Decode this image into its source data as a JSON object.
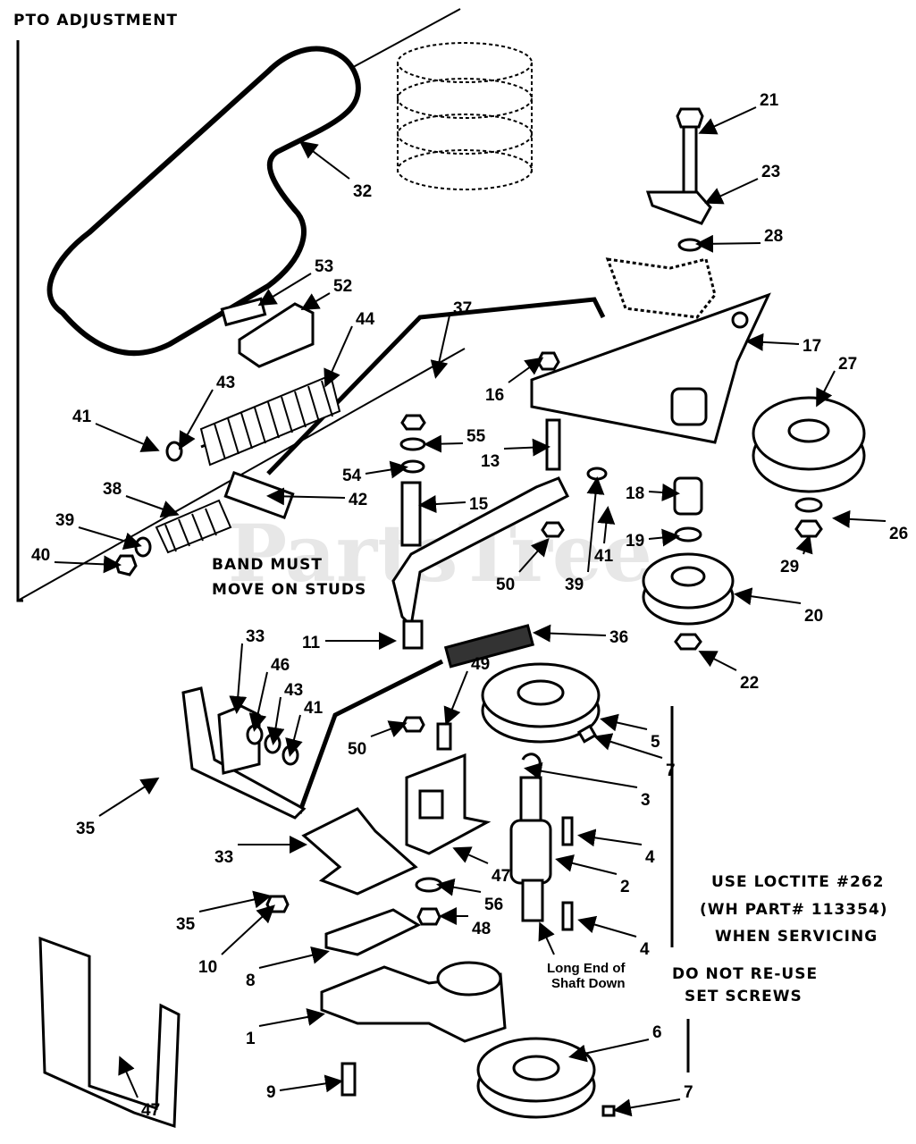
{
  "title": "PTO ADJUSTMENT",
  "watermark": "PartsTree",
  "notes": {
    "band_line1": "BAND MUST",
    "band_line2": "MOVE ON STUDS",
    "loctite_line1": "USE LOCTITE #262",
    "loctite_line2": "(WH PART# 113354)",
    "loctite_line3": "WHEN SERVICING",
    "setscrew_line1": "DO NOT RE-USE",
    "setscrew_line2": "SET SCREWS",
    "shaft_line1": "Long End of",
    "shaft_line2": "Shaft Down"
  },
  "callouts": [
    "21",
    "23",
    "28",
    "17",
    "27",
    "26",
    "29",
    "20",
    "22",
    "19",
    "18",
    "16",
    "55",
    "54",
    "13",
    "15",
    "39",
    "41",
    "50",
    "32",
    "53",
    "52",
    "37",
    "44",
    "43",
    "41",
    "38",
    "39",
    "40",
    "42",
    "11",
    "36",
    "33",
    "46",
    "43",
    "41",
    "49",
    "50",
    "5",
    "7",
    "3",
    "35",
    "4",
    "2",
    "47",
    "33",
    "56",
    "35",
    "48",
    "10",
    "4",
    "8",
    "1",
    "6",
    "9",
    "7",
    "47"
  ]
}
